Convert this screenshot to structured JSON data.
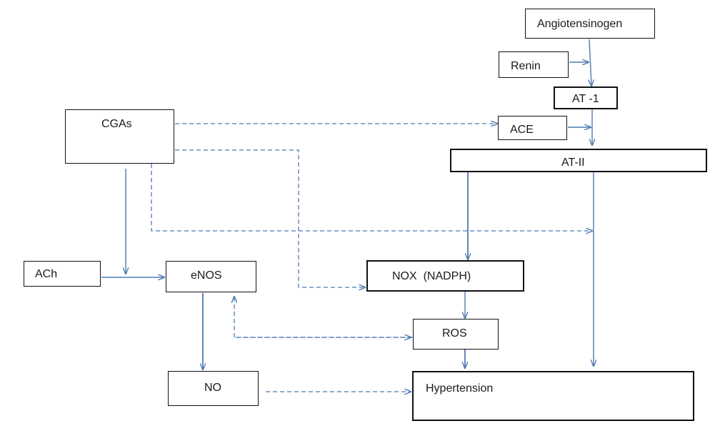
{
  "diagram": {
    "nodes": {
      "angiotensinogen": "Angiotensinogen",
      "renin": "Renin",
      "at1": "AT -1",
      "cgas": "CGAs",
      "ace": "ACE",
      "at2": "AT-II",
      "ach": "ACh",
      "enos": "eNOS",
      "nox": "NOX  (NADPH)",
      "ros": "ROS",
      "no": "NO",
      "hypertension": "Hypertension"
    },
    "edges": [
      {
        "from": "angiotensinogen",
        "to": "at1",
        "style": "solid"
      },
      {
        "from": "renin",
        "to": "at1",
        "style": "solid"
      },
      {
        "from": "at1",
        "to": "at2",
        "style": "solid"
      },
      {
        "from": "ace",
        "to": "at2",
        "style": "solid"
      },
      {
        "from": "cgas",
        "to": "ace",
        "style": "dashed"
      },
      {
        "from": "cgas",
        "to": "enos",
        "style": "solid"
      },
      {
        "from": "ach",
        "to": "enos",
        "style": "solid"
      },
      {
        "from": "cgas",
        "to": "nox",
        "style": "dashed"
      },
      {
        "from": "cgas",
        "to": "at2-hypertension-path",
        "style": "dashed"
      },
      {
        "from": "at2",
        "to": "nox",
        "style": "solid"
      },
      {
        "from": "at2",
        "to": "hypertension",
        "style": "solid"
      },
      {
        "from": "nox",
        "to": "ros",
        "style": "solid"
      },
      {
        "from": "ros",
        "to": "enos",
        "style": "dashed"
      },
      {
        "from": "ros",
        "to": "hypertension",
        "style": "solid"
      },
      {
        "from": "enos",
        "to": "no",
        "style": "solid"
      },
      {
        "from": "no",
        "to": "hypertension",
        "style": "dashed"
      }
    ],
    "colors": {
      "arrow": "#4f7ab3",
      "border": "#111111",
      "text": "#1a1a1a"
    }
  }
}
